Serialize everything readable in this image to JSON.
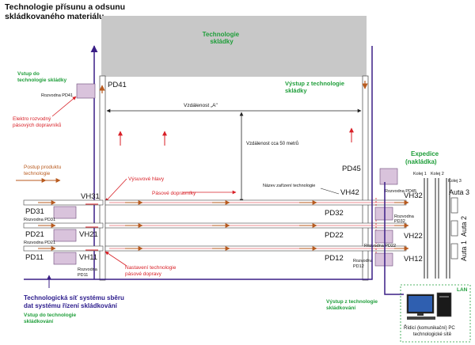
{
  "title": [
    "Technologie přísunu a odsunu",
    "skládkovaného materiálu."
  ],
  "storage_label": [
    "Technologie",
    "skládky"
  ],
  "input_storage_top": [
    "Vstup do",
    "technologie skládky"
  ],
  "output_storage": [
    "Výstup z technologie",
    "skládky"
  ],
  "electro_conveyors": [
    "Elektro rozvodný",
    "pásových dopravníků"
  ],
  "product_input": [
    "Postup produktu",
    "technologie"
  ],
  "swing_heads": "Výsuvové hlavy",
  "belt_conveyors": "Pásové dopravníky",
  "device_name": "Název zařízení technologie",
  "setup_belt": [
    "Nastavení technologie",
    "pásové dopravy"
  ],
  "distance_a": "Vzdálenost „A\"",
  "distance_50": "Vzdálenost cca 50 metrů",
  "expedice": [
    "Expedice",
    "(nakládka)"
  ],
  "tracks": [
    "Kolej 1",
    "Kolej 2",
    "Kolej 3"
  ],
  "trucks": [
    "Auta 3",
    "Auta 2",
    "Auta 1"
  ],
  "control_network": [
    "Technologická síť systému sběru",
    "dat systému řízení skládkování"
  ],
  "input_tech_bottom": [
    "Vstup do technologie",
    "skládkování"
  ],
  "output_tech_bottom": [
    "Výstup z technologie",
    "skládkování"
  ],
  "lan": "LAN",
  "pc_label": [
    "Řídicí (komunikační) PC",
    "technologické sítě"
  ],
  "devices": {
    "pd41": "PD41",
    "pd45": "PD45",
    "pd31": "PD31",
    "pd21": "PD21",
    "pd11": "PD11",
    "pd32": "PD32",
    "pd22": "PD22",
    "pd12": "PD12",
    "vh31": "VH31",
    "vh21": "VH21",
    "vh11": "VH11",
    "vh42": "VH42",
    "vh32": "VH32",
    "vh22": "VH22",
    "vh12": "VH12"
  },
  "switchboards": {
    "pd41": "Rozvodna PD41",
    "pd31": "Rozvodna PD31",
    "pd21": "Rozvodna PD21",
    "pd11": [
      "Rozvodna",
      "PD11"
    ],
    "pd45": "Rozvodna PD45",
    "pd32": [
      "Rozvodna",
      "PD32"
    ],
    "pd22": "Rozvodna PD22",
    "pd12": [
      "Rozvodna",
      "PD12"
    ]
  },
  "colors": {
    "green": "#1f9e3a",
    "red": "#d81f26",
    "blue": "#2b1b8c",
    "purple": "#3a1e86",
    "orange": "#b85a1e",
    "box": "#d9c3dc",
    "storage": "#c8c8c8"
  }
}
